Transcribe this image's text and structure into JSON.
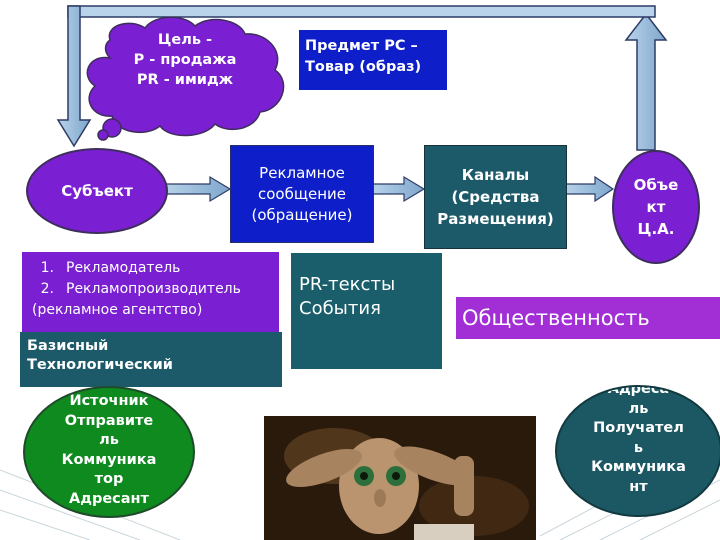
{
  "cloud": {
    "lines": [
      "Цель -",
      "Р - продажа",
      "PR - имидж"
    ]
  },
  "subject_box": {
    "lines": [
      "Предмет РС –",
      "Товар (образ)"
    ]
  },
  "nodes": {
    "subject": "Субъект",
    "message": [
      "Рекламное",
      "сообщение",
      "(обращение)"
    ],
    "channels": [
      "Каналы",
      "(Средства",
      "Размещения)"
    ],
    "object": [
      "Объе",
      "кт",
      "Ц.А."
    ]
  },
  "advertisers": {
    "items": [
      {
        "num": "1.",
        "text": "Рекламодатель"
      },
      {
        "num": "2.",
        "text": "Рекламопроизводитель"
      }
    ],
    "note": "(рекламное агентство)"
  },
  "levels": [
    "Базисный",
    "Технологический"
  ],
  "pr": [
    "PR-тексты",
    "События"
  ],
  "public": "Общественность",
  "source": [
    "Источник",
    "Отправите",
    "ль",
    "Коммуника",
    "тор",
    "Адресант"
  ],
  "receiver": [
    "Адреса",
    "ль",
    "Получател",
    "ь",
    "Коммуника",
    "нт"
  ],
  "colors": {
    "purple": "#7a1fd1",
    "blue": "#0e1fc9",
    "teal": "#1d5a69",
    "green": "#0e8a1f",
    "arrow": "#8fb6d8"
  }
}
